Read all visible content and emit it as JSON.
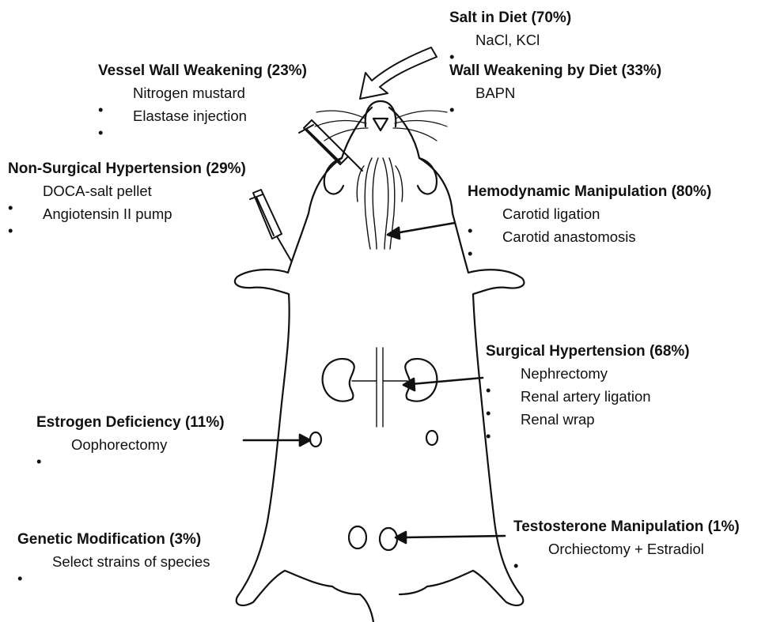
{
  "blocks": {
    "salt": {
      "title": "Salt in Diet (70%)",
      "items": [
        "NaCl, KCl"
      ]
    },
    "wall_diet": {
      "title": "Wall Weakening by Diet (33%)",
      "items": [
        "BAPN"
      ]
    },
    "vessel": {
      "title": "Vessel Wall Weakening (23%)",
      "items": [
        "Nitrogen mustard",
        "Elastase injection"
      ]
    },
    "nonsurgical": {
      "title": "Non-Surgical Hypertension (29%)",
      "items": [
        "DOCA-salt pellet",
        "Angiotensin II pump"
      ]
    },
    "hemo": {
      "title": "Hemodynamic Manipulation (80%)",
      "items": [
        "Carotid ligation",
        "Carotid anastomosis"
      ]
    },
    "surgical": {
      "title": "Surgical Hypertension (68%)",
      "items": [
        "Nephrectomy",
        "Renal artery ligation",
        "Renal wrap"
      ]
    },
    "estrogen": {
      "title": "Estrogen Deficiency (11%)",
      "items": [
        "Oophorectomy"
      ]
    },
    "genetic": {
      "title": "Genetic Modification (3%)",
      "items": [
        "Select strains of species"
      ]
    },
    "testo": {
      "title": "Testosterone Manipulation (1%)",
      "items": [
        "Orchiectomy + Estradiol"
      ]
    }
  }
}
